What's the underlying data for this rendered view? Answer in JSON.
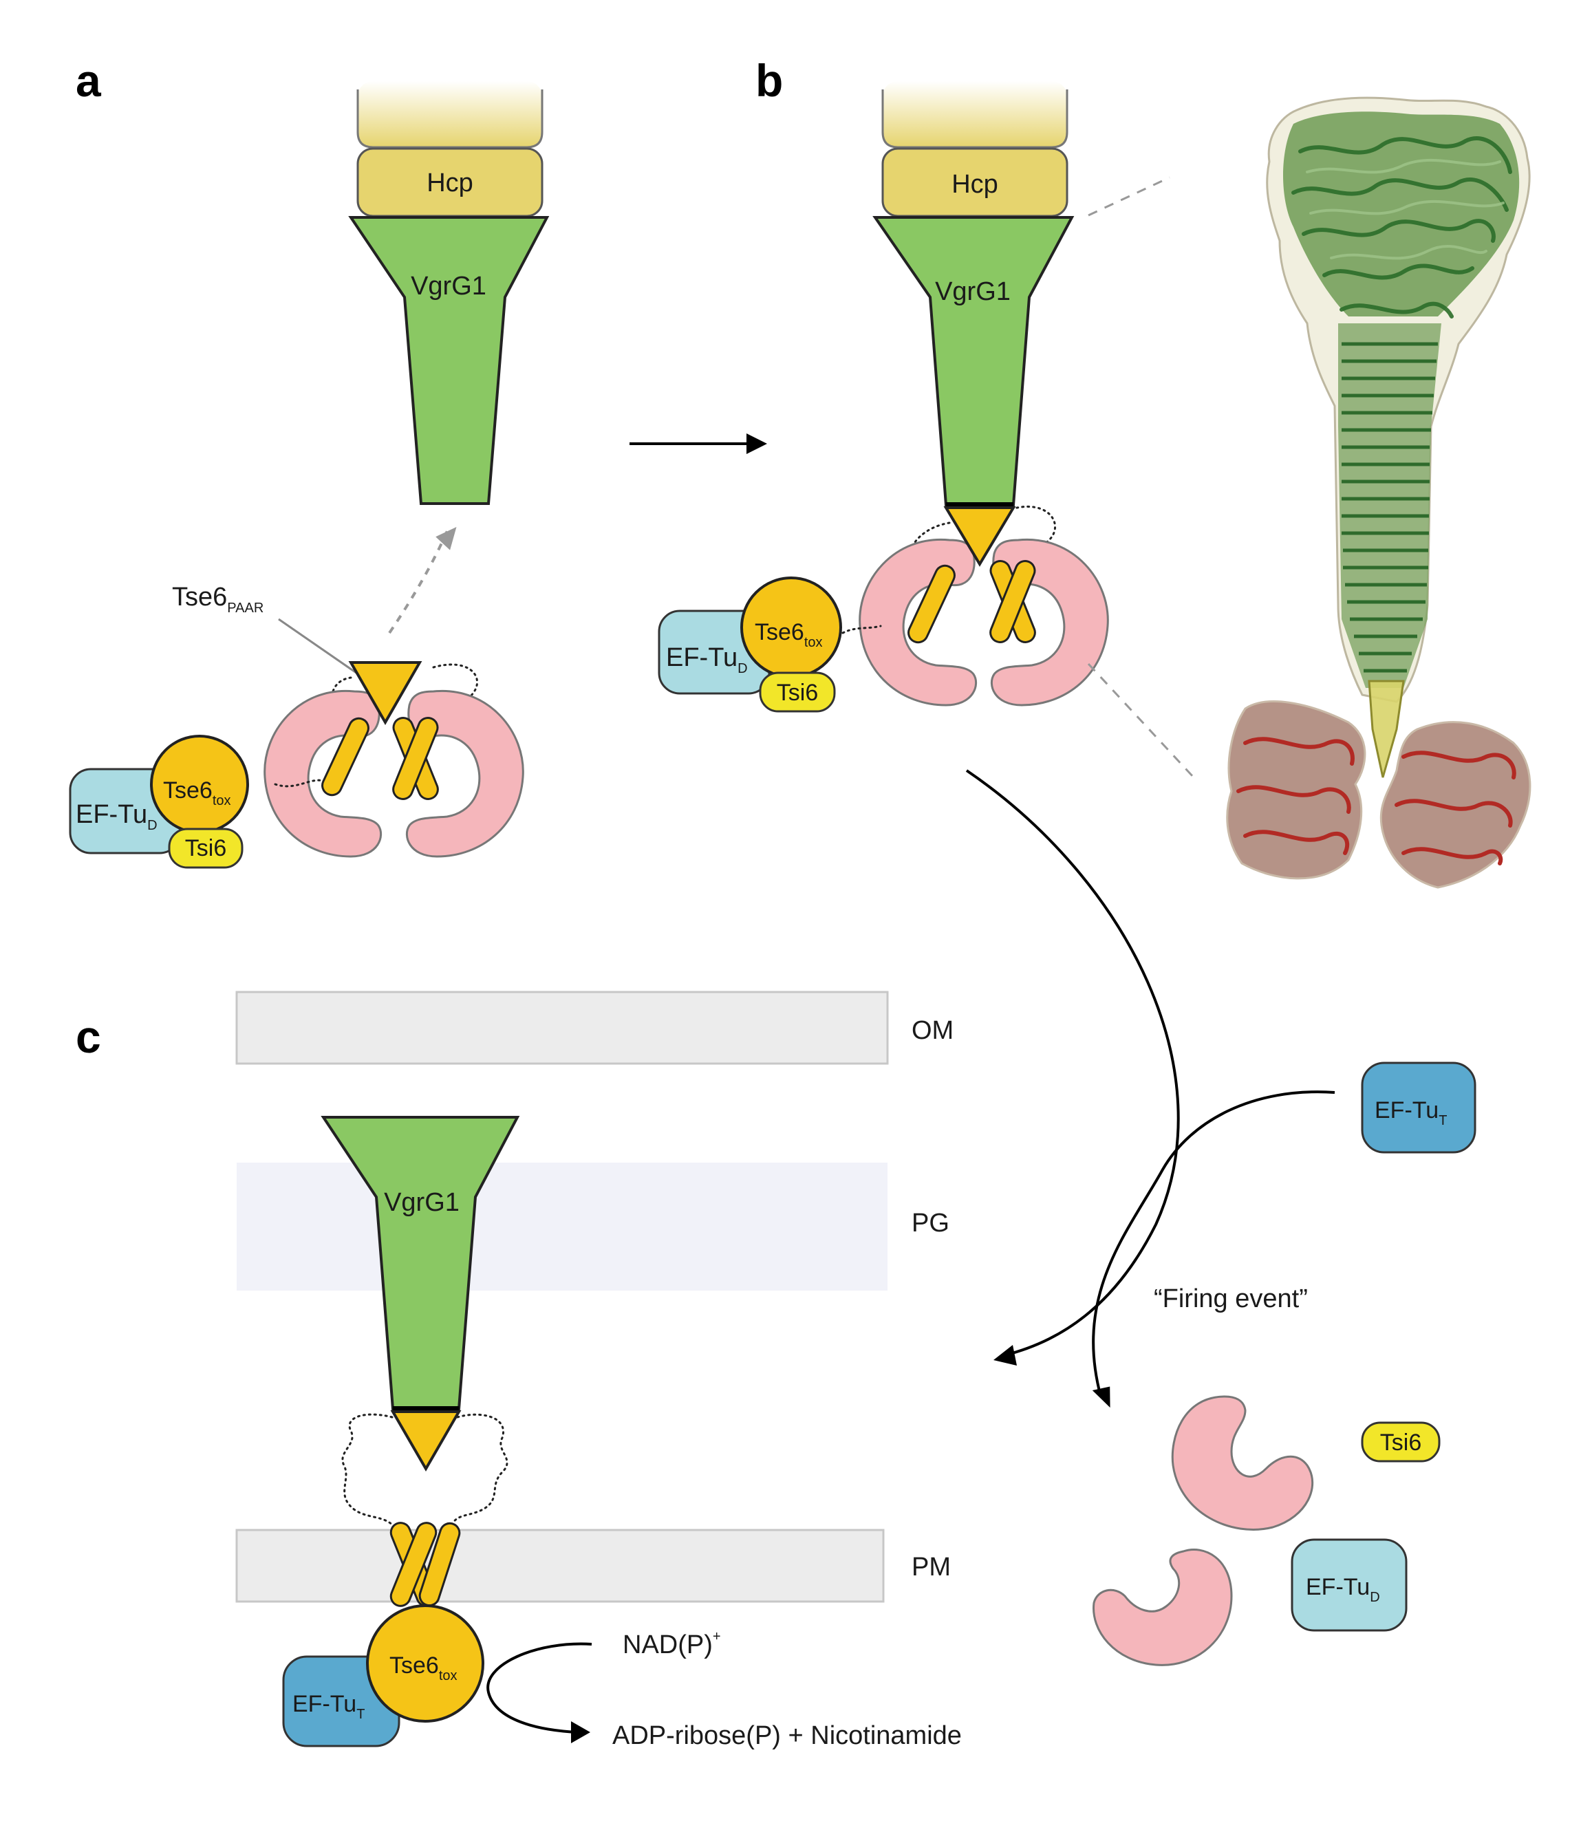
{
  "panels": {
    "a": "a",
    "b": "b",
    "c": "c"
  },
  "labels": {
    "hcp": "Hcp",
    "vgrg1": "VgrG1",
    "tse6_paar_main": "Tse6",
    "tse6_paar_sub": "PAAR",
    "tse6_tox_main": "Tse6",
    "tse6_tox_sub": "tox",
    "tsi6": "Tsi6",
    "eftu_main": "EF-Tu",
    "eftu_d_sub": "D",
    "eftu_t_sub": "T",
    "om": "OM",
    "pg": "PG",
    "pm": "PM",
    "firing_event": "“Firing event”",
    "nadp_main": "NAD(P)",
    "nadp_sup": "+",
    "products": "ADP-ribose(P) + Nicotinamide"
  },
  "colors": {
    "hcp": "#e6d46e",
    "vgrg1": "#8ac863",
    "tse6_paar": "#f5c417",
    "tsi6": "#f2e629",
    "eftu_d": "#aadbe2",
    "eftu_t": "#5aa9cf",
    "cradle": "#f5b6bb",
    "membrane": "#ececec",
    "pg_layer": "#f1f2f9",
    "structure_green": "#3f8a3a",
    "structure_red": "#c1312c"
  }
}
